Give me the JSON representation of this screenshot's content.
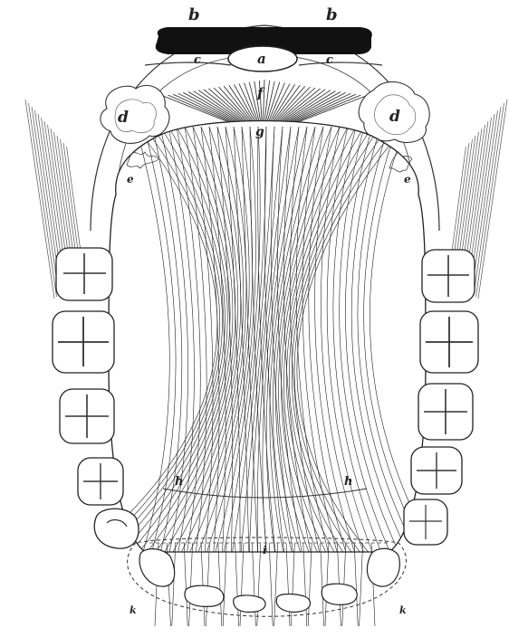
{
  "figure": {
    "labels": {
      "a": "a",
      "b_left": "b",
      "b_right": "b",
      "c_left": "c",
      "c_right": "c",
      "d_left": "d",
      "d_right": "d",
      "e_left": "e",
      "e_right": "e",
      "f": "f",
      "g": "g",
      "h_left": "h",
      "h_right": "h",
      "i": "i",
      "k_left": "k",
      "k_right": "k"
    },
    "colors": {
      "ink": "#1a1a1a",
      "paper": "#ffffff",
      "tooth": "#f4f1ea"
    }
  }
}
